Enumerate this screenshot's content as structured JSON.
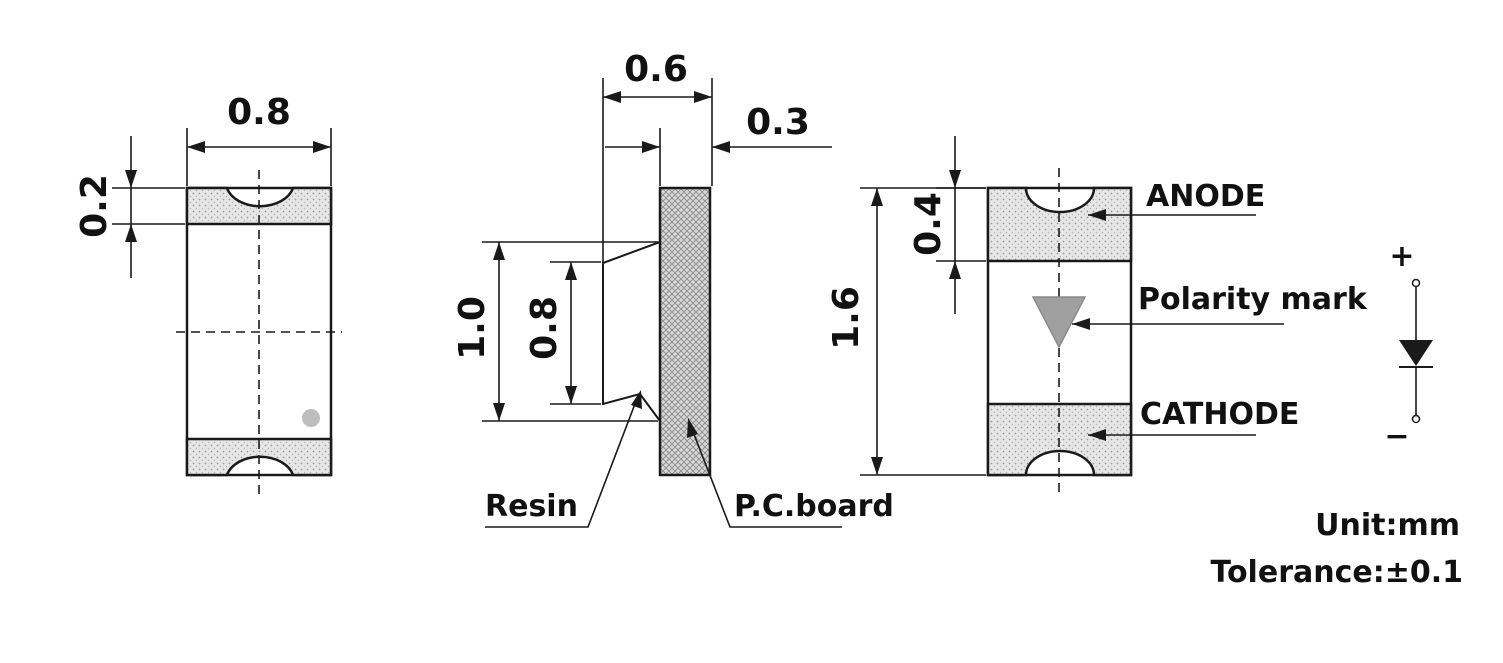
{
  "dimensions": {
    "top_width": "0.8",
    "pad_height": "0.2",
    "side_width": "0.6",
    "pcb_thickness": "0.3",
    "side_height": "1.0",
    "resin_height": "0.8",
    "anode_pad_height": "0.4",
    "total_length": "1.6"
  },
  "callouts": {
    "resin": "Resin",
    "pcb": "P.C.board",
    "anode": "ANODE",
    "polarity": "Polarity mark",
    "cathode": "CATHODE"
  },
  "symbol": {
    "plus": "+",
    "minus": "−"
  },
  "notes": {
    "unit": "Unit:mm",
    "tolerance": "Tolerance:±0.1"
  },
  "colors": {
    "line": "#1a1a1a",
    "pad_fill": "#e6e6e6",
    "pcb_fill": "#d0d0d0",
    "polarity_mark": "#a0a0a0",
    "dot": "#bdbdbd"
  }
}
